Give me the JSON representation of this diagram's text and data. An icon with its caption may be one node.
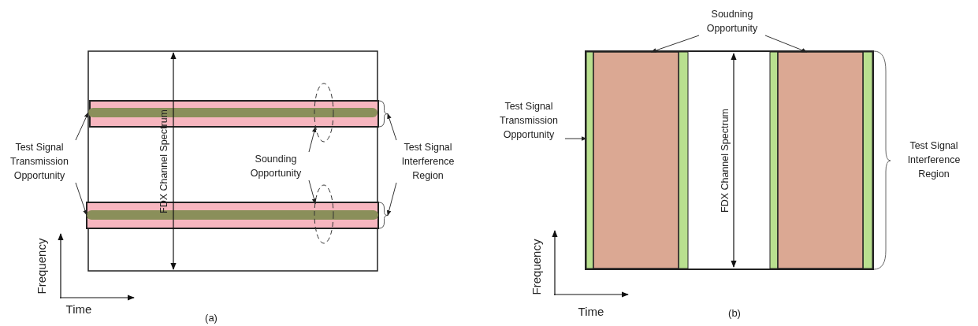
{
  "diagram": {
    "nodes": [
      {
        "text": [
          "Test Signal Transmission Opportunity"
        ]
      },
      {
        "text": [
          "Sounding Opportunity"
        ]
      },
      {
        "text": [
          "Test Signal Interference Region"
        ]
      },
      {
        "text": [],
        "shape": "bar"
      },
      {
        "text": [],
        "shape": "bar"
      },
      {
        "text": [],
        "shape": "ellipse"
      },
      {
        "text": [],
        "shape": "ellipse"
      },
      {
        "text": [],
        "shape": "brace"
      },
      {
        "text": [],
        "shape": "brace"
      },
      {
        "text": [
          "Soudning Opportunity"
        ]
      },
      {
        "text": [
          "Test Signal Transmission Opportunity"
        ]
      },
      {
        "text": [
          "Test Signal Interference Region"
        ]
      },
      {
        "text": [],
        "shape": "bar"
      },
      {
        "text": [],
        "shape": "box"
      },
      {
        "text": [],
        "shape": "box"
      }
    ],
    "edges": [
      {
        "from": 0,
        "to": 3,
        "arrow": "to"
      },
      {
        "from": 0,
        "to": 4,
        "arrow": "to"
      },
      {
        "from": 1,
        "to": 5,
        "arrow": "to"
      },
      {
        "from": 1,
        "to": 6,
        "arrow": "to"
      },
      {
        "from": 2,
        "to": 7,
        "arrow": "to"
      },
      {
        "from": 2,
        "to": 8,
        "arrow": "to"
      },
      {
        "from": 9,
        "to": 13,
        "arrow": "to"
      },
      {
        "from": 9,
        "to": 14,
        "arrow": "to"
      },
      {
        "from": 10,
        "to": 12,
        "arrow": "to"
      }
    ],
    "labels": [
      "FDX Channel Spectrum",
      "Frequency",
      "Time",
      "(a)",
      "FDX Channel Spectrum",
      "Frequency",
      "Time",
      "(b)"
    ]
  }
}
